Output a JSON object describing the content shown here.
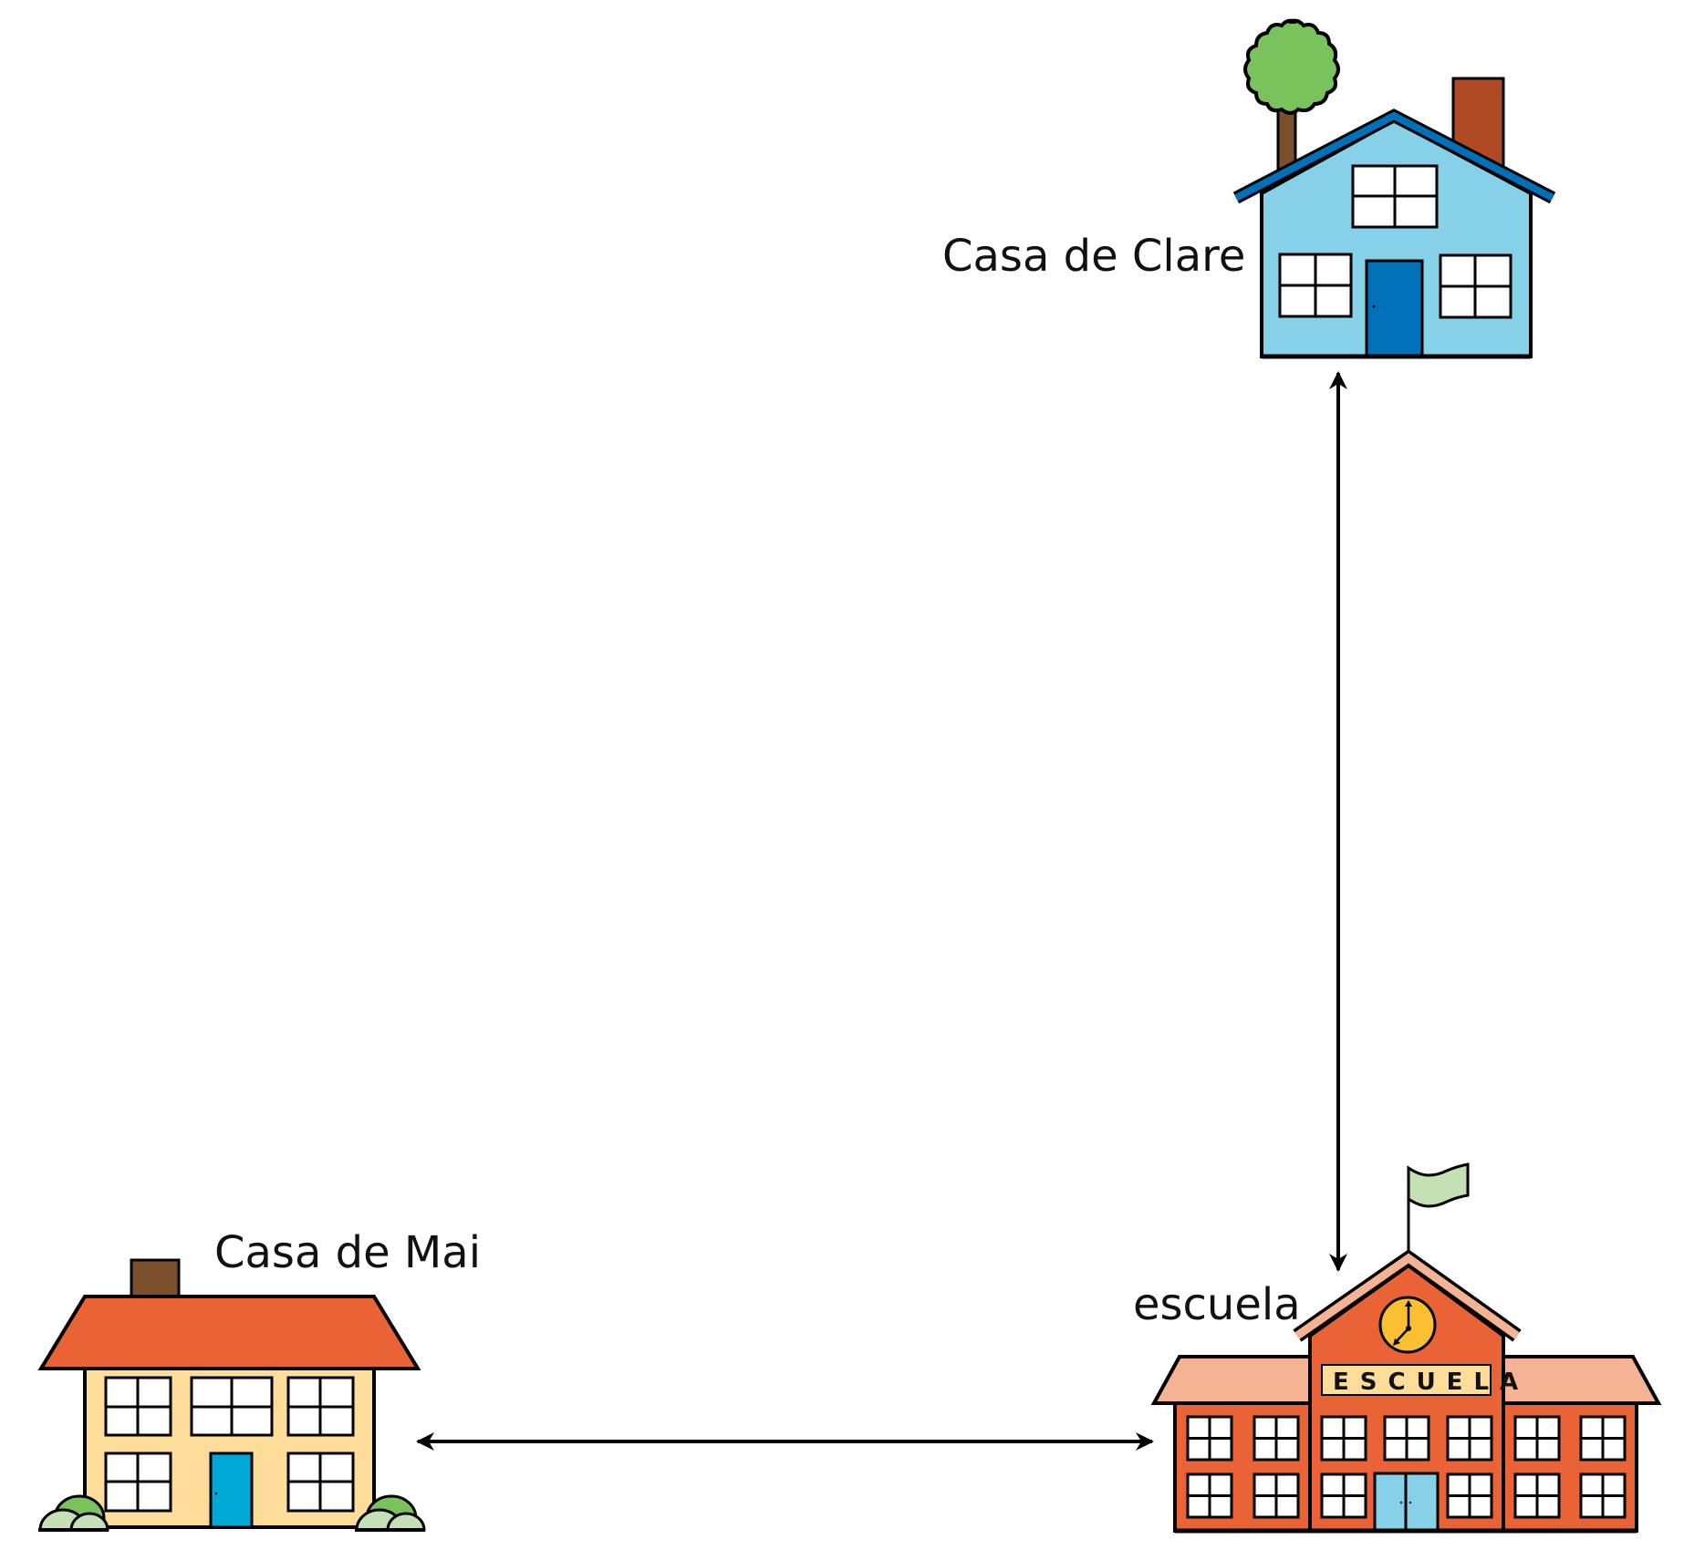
{
  "labels": {
    "clare_house": "Casa de Clare",
    "mai_house": "Casa de Mai",
    "school": "escuela",
    "school_sign": "ESCUELA"
  },
  "arrows": [
    {
      "name": "clare-school-arrow",
      "from": "Casa de Clare",
      "to": "escuela",
      "orientation": "vertical",
      "double_headed": true
    },
    {
      "name": "mai-school-arrow",
      "from": "Casa de Mai",
      "to": "escuela",
      "orientation": "horizontal",
      "double_headed": true
    }
  ],
  "colors": {
    "clare_wall": "#86d0e8",
    "clare_roof": "#0070b8",
    "clare_door": "#0070b8",
    "clare_chimney": "#b04a25",
    "tree_crown": "#7ac35c",
    "tree_trunk": "#7b4f2c",
    "mai_wall": "#fedd9b",
    "mai_roof": "#ea6336",
    "mai_chimney": "#7b4f2c",
    "mai_door": "#00a8d6",
    "bush_dark": "#7ac35c",
    "bush_light": "#c4e0b4",
    "school_wall": "#ea6336",
    "school_roof": "#f5b393",
    "school_door": "#86d0e8",
    "school_sign": "#fedd9b",
    "clock": "#fbbf32",
    "flag": "#c4e0b4"
  }
}
